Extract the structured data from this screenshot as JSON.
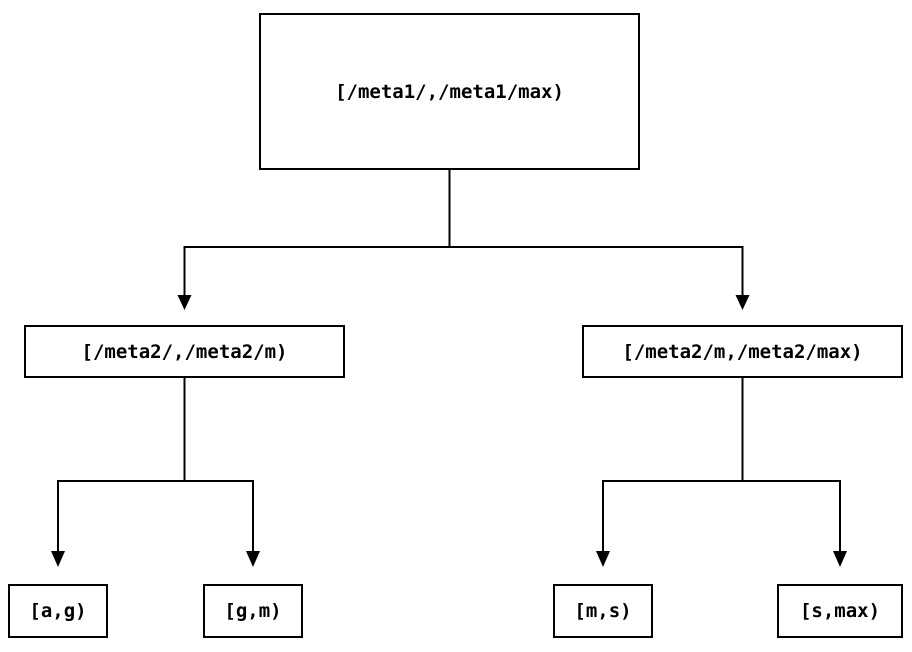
{
  "diagram": {
    "background_color": "#ffffff",
    "line_color": "#000000",
    "nodes": {
      "root": {
        "label": "[/meta1/,/meta1/max)"
      },
      "left_child": {
        "label": "[/meta2/,/meta2/m)"
      },
      "right_child": {
        "label": "[/meta2/m,/meta2/max)"
      },
      "leaf_ag": {
        "label": "[a,g)"
      },
      "leaf_gm": {
        "label": "[g,m)"
      },
      "leaf_ms": {
        "label": "[m,s)"
      },
      "leaf_smax": {
        "label": "[s,max)"
      }
    },
    "edges": [
      {
        "from": "root",
        "to": "left_child"
      },
      {
        "from": "root",
        "to": "right_child"
      },
      {
        "from": "left_child",
        "to": "leaf_ag"
      },
      {
        "from": "left_child",
        "to": "leaf_gm"
      },
      {
        "from": "right_child",
        "to": "leaf_ms"
      },
      {
        "from": "right_child",
        "to": "leaf_smax"
      }
    ]
  }
}
